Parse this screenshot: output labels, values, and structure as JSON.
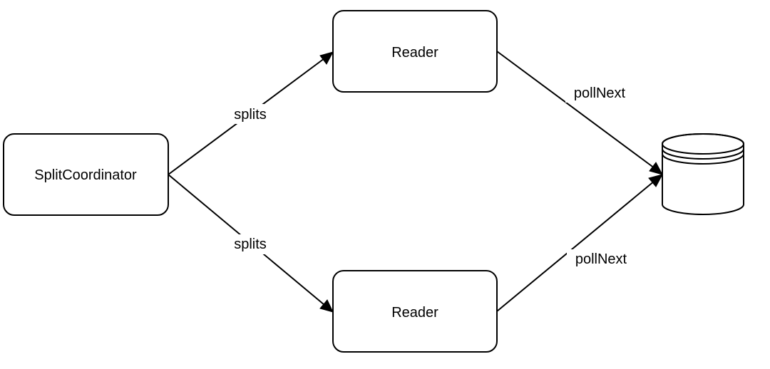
{
  "nodes": {
    "coordinator": {
      "label": "SplitCoordinator"
    },
    "reader_top": {
      "label": "Reader"
    },
    "reader_bottom": {
      "label": "Reader"
    },
    "database": {
      "icon": "database-icon"
    }
  },
  "edges": {
    "coord_to_reader_top": {
      "label": "splits"
    },
    "coord_to_reader_bottom": {
      "label": "splits"
    },
    "reader_top_to_db": {
      "label": "pollNext"
    },
    "reader_bottom_to_db": {
      "label": "pollNext"
    }
  },
  "colors": {
    "stroke": "#000000",
    "fill": "#ffffff"
  }
}
